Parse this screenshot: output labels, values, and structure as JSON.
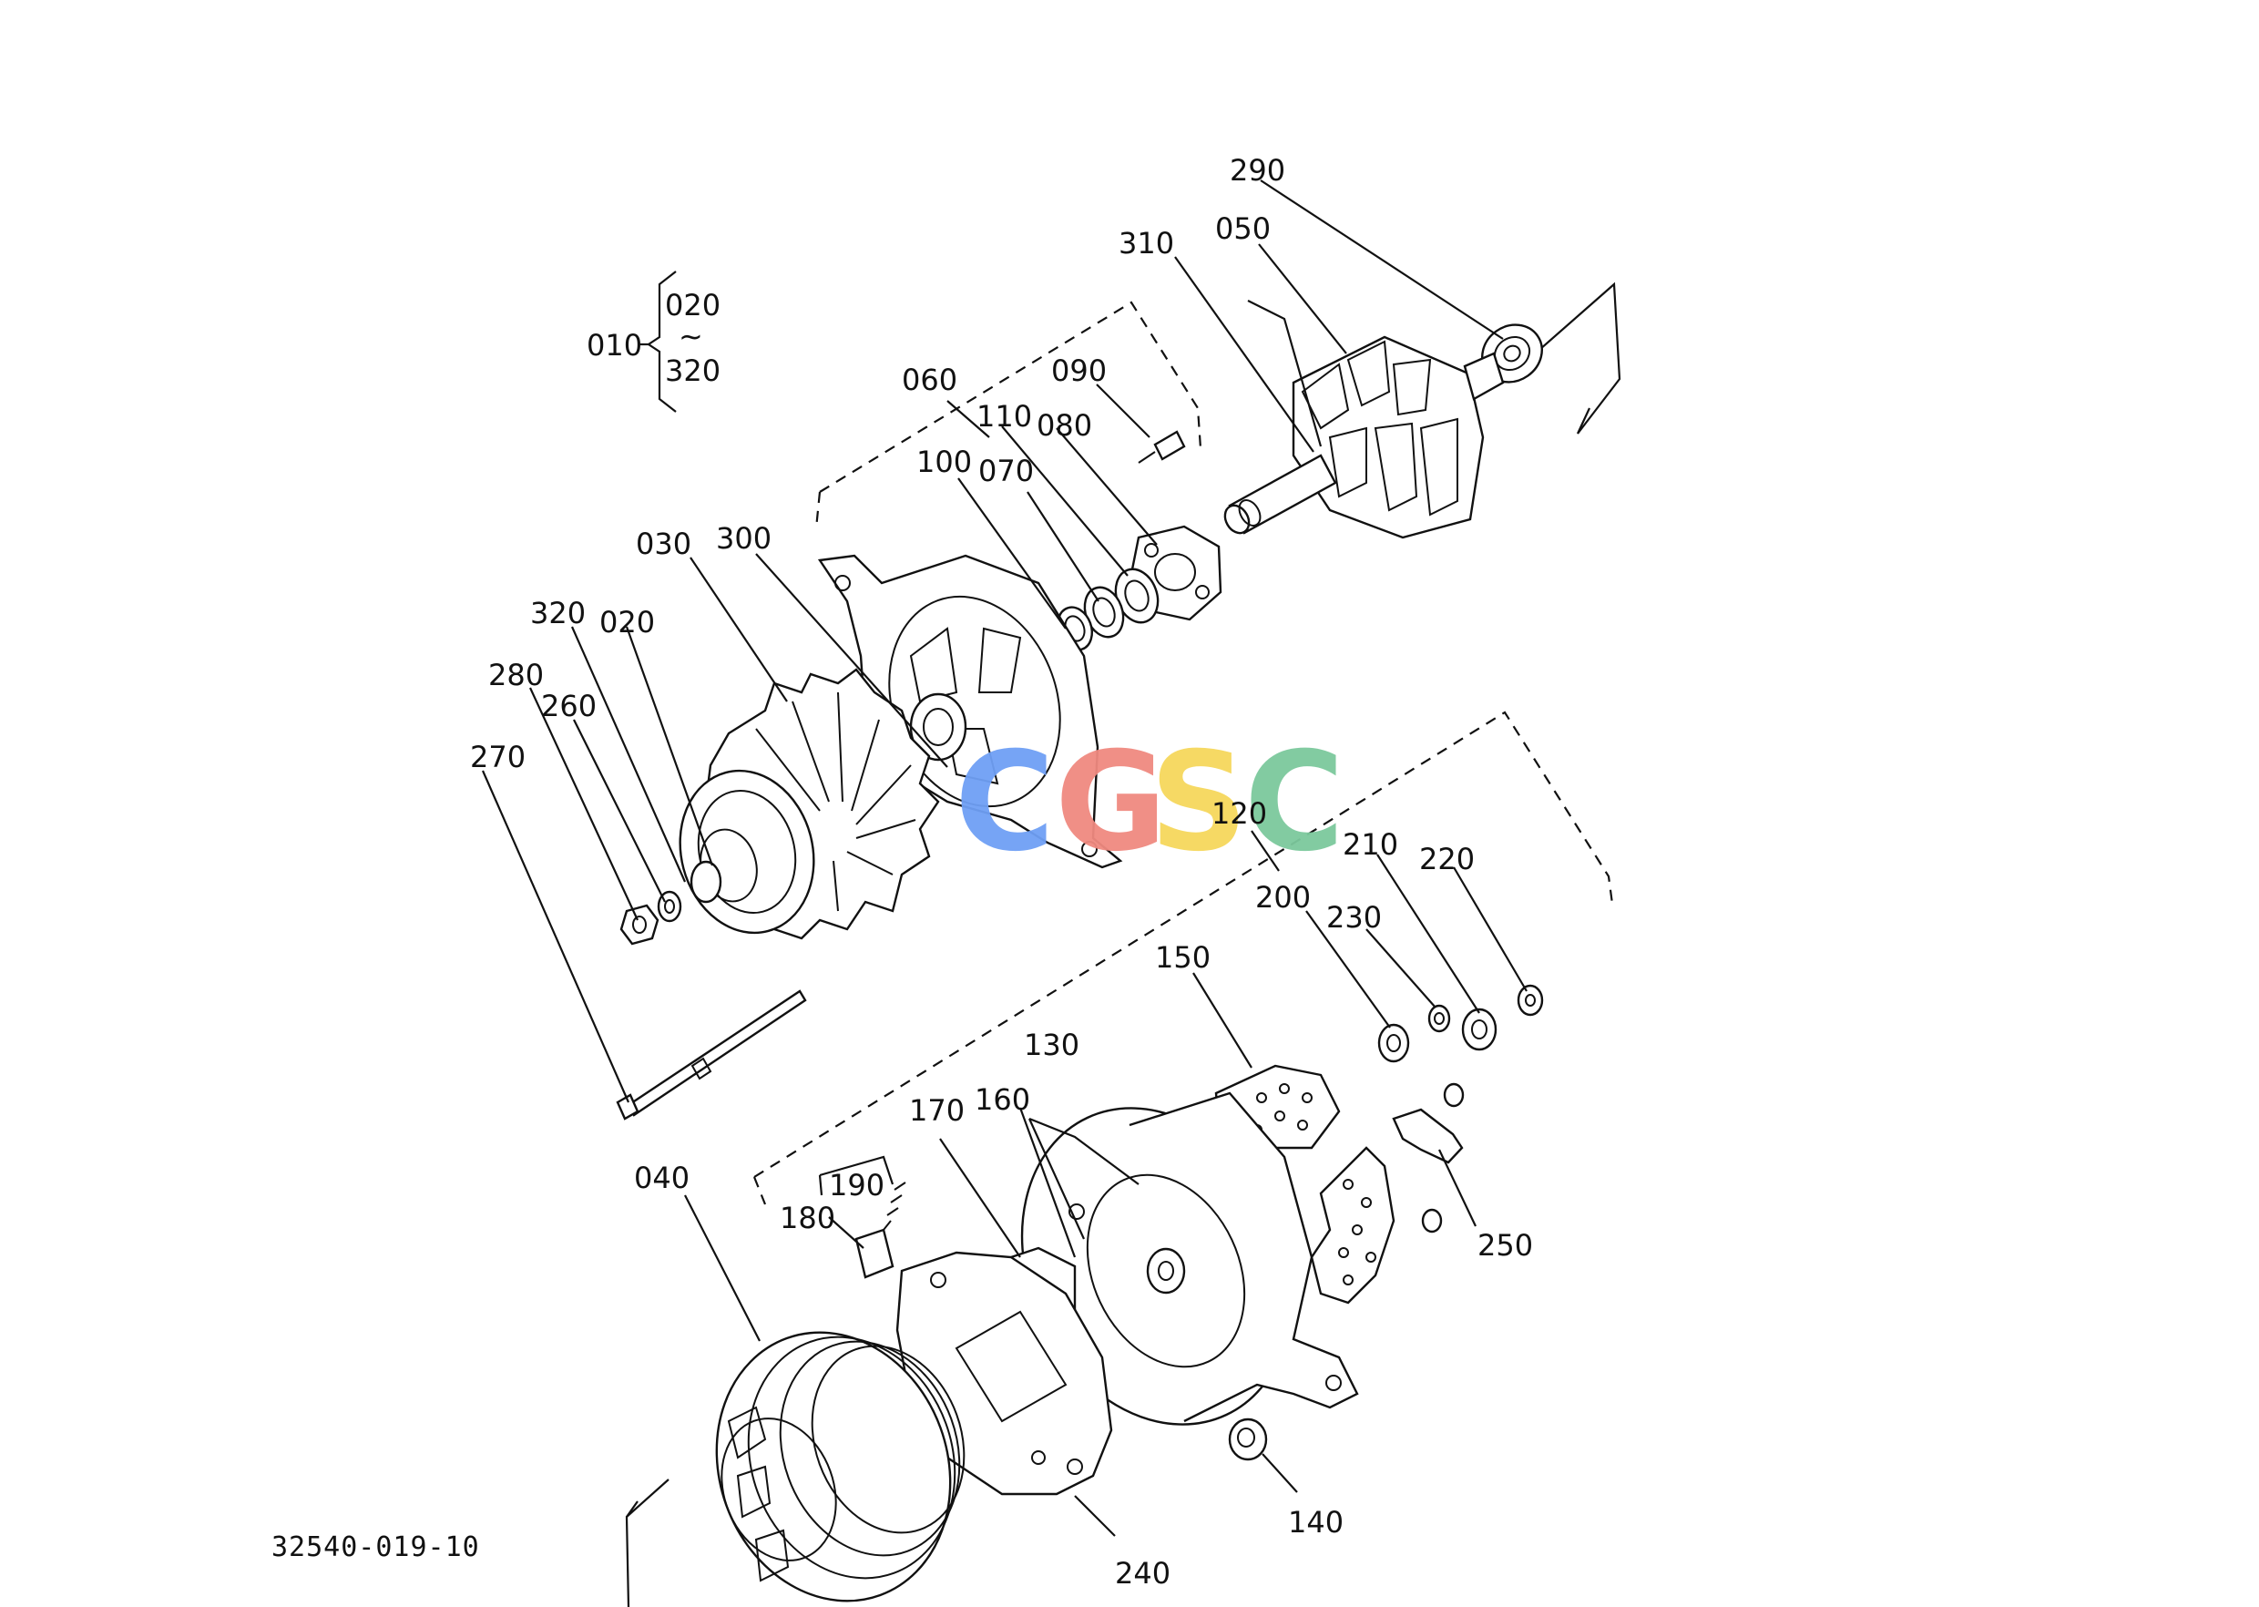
{
  "drawing_code": "32540-019-10",
  "assembly": {
    "label": "010",
    "range_start": "020",
    "range_tilde": "~",
    "range_end": "320"
  },
  "watermark": {
    "letters": [
      "C",
      "G",
      "S",
      "C"
    ],
    "colors": [
      "#6fa0f5",
      "#f08a80",
      "#f6d85c",
      "#7cc99d"
    ]
  },
  "callouts": [
    "290",
    "050",
    "310",
    "060",
    "090",
    "110",
    "080",
    "100",
    "070",
    "030",
    "300",
    "320",
    "020",
    "280",
    "260",
    "270",
    "120",
    "210",
    "220",
    "200",
    "230",
    "150",
    "130",
    "160",
    "170",
    "190",
    "180",
    "040",
    "250",
    "140",
    "240"
  ]
}
